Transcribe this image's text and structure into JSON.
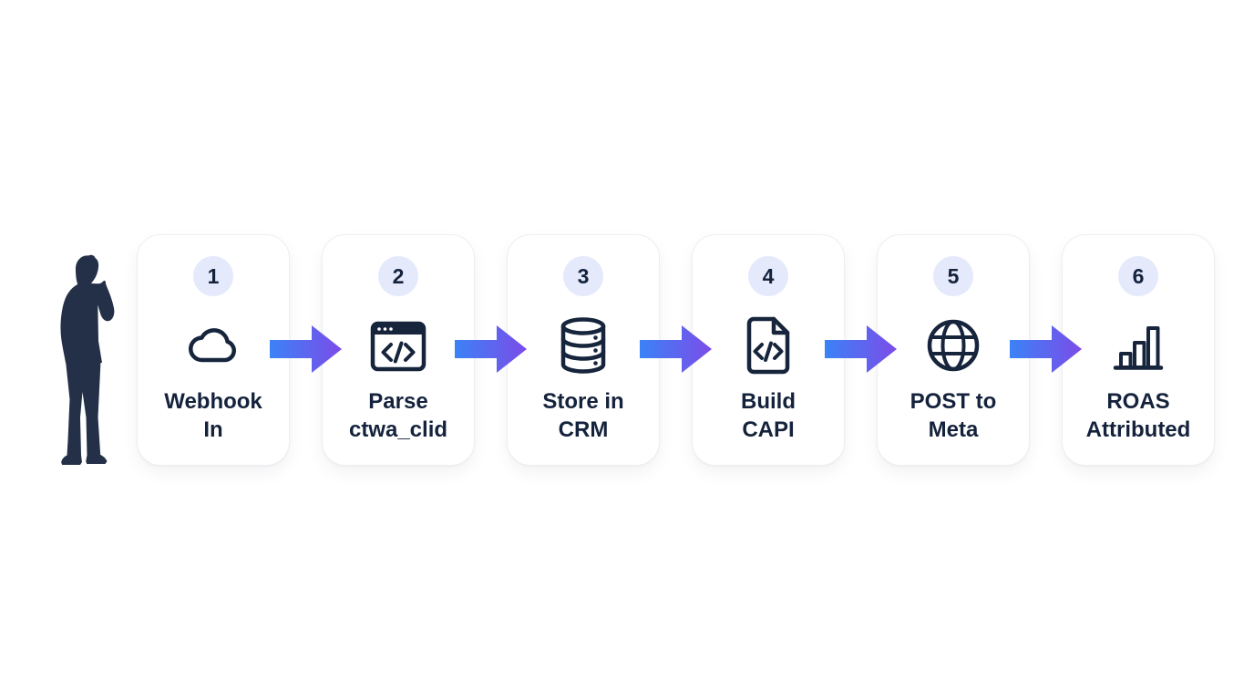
{
  "colors": {
    "background": "#ffffff",
    "card_bg": "#ffffff",
    "card_border": "#edeff3",
    "badge_bg": "#e4e9fb",
    "text": "#14223c",
    "icon_stroke": "#16243c",
    "arrow_start": "#3b82f6",
    "arrow_end": "#7c4ce8",
    "silhouette": "#233048"
  },
  "steps": [
    {
      "number": "1",
      "icon": "cloud-icon",
      "label_line1": "Webhook",
      "label_line2": "In"
    },
    {
      "number": "2",
      "icon": "code-window-icon",
      "label_line1": "Parse",
      "label_line2": "ctwa_clid"
    },
    {
      "number": "3",
      "icon": "database-icon",
      "label_line1": "Store in",
      "label_line2": "CRM"
    },
    {
      "number": "4",
      "icon": "code-file-icon",
      "label_line1": "Build",
      "label_line2": "CAPI"
    },
    {
      "number": "5",
      "icon": "globe-icon",
      "label_line1": "POST to",
      "label_line2": "Meta"
    },
    {
      "number": "6",
      "icon": "bar-chart-icon",
      "label_line1": "ROAS",
      "label_line2": "Attributed"
    }
  ]
}
